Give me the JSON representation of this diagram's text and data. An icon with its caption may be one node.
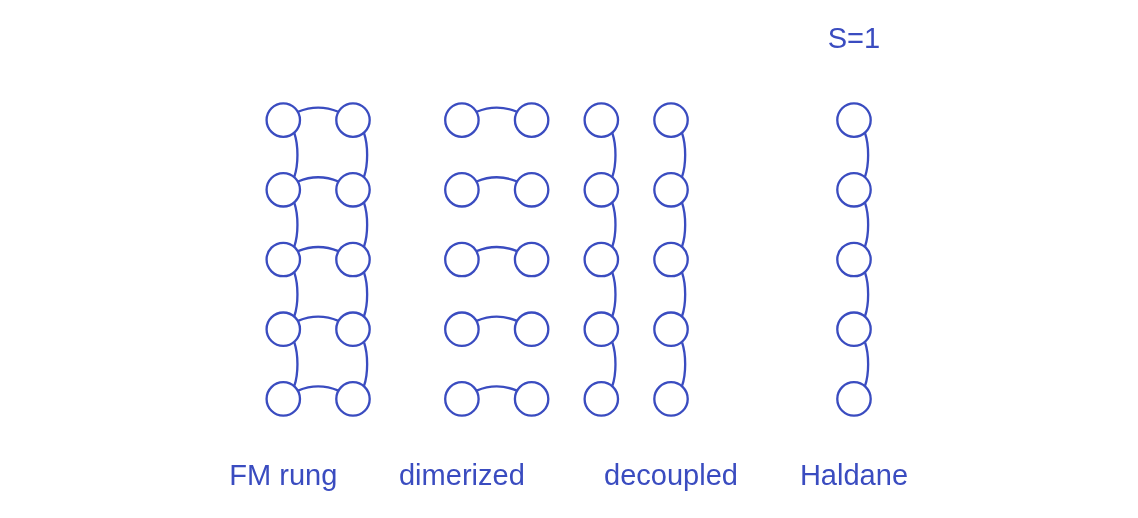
{
  "diagram": {
    "nodes": [
      {
        "text": [],
        "shape": "circle"
      },
      {
        "text": [],
        "shape": "circle"
      },
      {
        "text": [],
        "shape": "circle"
      },
      {
        "text": [],
        "shape": "circle"
      },
      {
        "text": [],
        "shape": "circle"
      },
      {
        "text": [],
        "shape": "circle"
      },
      {
        "text": [],
        "shape": "circle"
      },
      {
        "text": [],
        "shape": "circle"
      },
      {
        "text": [],
        "shape": "circle"
      },
      {
        "text": [],
        "shape": "circle"
      },
      {
        "text": [],
        "shape": "circle"
      },
      {
        "text": [],
        "shape": "circle"
      },
      {
        "text": [],
        "shape": "circle"
      },
      {
        "text": [],
        "shape": "circle"
      },
      {
        "text": [],
        "shape": "circle"
      },
      {
        "text": [],
        "shape": "circle"
      },
      {
        "text": [],
        "shape": "circle"
      },
      {
        "text": [],
        "shape": "circle"
      },
      {
        "text": [],
        "shape": "circle"
      },
      {
        "text": [],
        "shape": "circle"
      },
      {
        "text": [],
        "shape": "circle"
      },
      {
        "text": [],
        "shape": "circle"
      },
      {
        "text": [],
        "shape": "circle"
      },
      {
        "text": [],
        "shape": "circle"
      },
      {
        "text": [],
        "shape": "circle"
      },
      {
        "text": [],
        "shape": "circle"
      },
      {
        "text": [],
        "shape": "circle"
      },
      {
        "text": [],
        "shape": "circle"
      },
      {
        "text": [],
        "shape": "circle"
      },
      {
        "text": [],
        "shape": "circle"
      },
      {
        "text": [],
        "shape": "circle"
      },
      {
        "text": [],
        "shape": "circle"
      },
      {
        "text": [],
        "shape": "circle"
      },
      {
        "text": [],
        "shape": "circle"
      },
      {
        "text": [],
        "shape": "circle"
      }
    ],
    "edges": [
      {
        "from": 0,
        "to": 1,
        "arrow": "none"
      },
      {
        "from": 1,
        "to": 2,
        "arrow": "none"
      },
      {
        "from": 2,
        "to": 3,
        "arrow": "none"
      },
      {
        "from": 3,
        "to": 4,
        "arrow": "none"
      },
      {
        "from": 5,
        "to": 6,
        "arrow": "none"
      },
      {
        "from": 5,
        "to": 7,
        "arrow": "none"
      },
      {
        "from": 6,
        "to": 8,
        "arrow": "none"
      },
      {
        "from": 7,
        "to": 8,
        "arrow": "none"
      },
      {
        "from": 7,
        "to": 9,
        "arrow": "none"
      },
      {
        "from": 8,
        "to": 10,
        "arrow": "none"
      },
      {
        "from": 9,
        "to": 10,
        "arrow": "none"
      },
      {
        "from": 9,
        "to": 11,
        "arrow": "none"
      },
      {
        "from": 10,
        "to": 12,
        "arrow": "none"
      },
      {
        "from": 11,
        "to": 12,
        "arrow": "none"
      },
      {
        "from": 11,
        "to": 13,
        "arrow": "none"
      },
      {
        "from": 12,
        "to": 14,
        "arrow": "none"
      },
      {
        "from": 13,
        "to": 14,
        "arrow": "none"
      },
      {
        "from": 15,
        "to": 16,
        "arrow": "none"
      },
      {
        "from": 16,
        "to": 17,
        "arrow": "none"
      },
      {
        "from": 17,
        "to": 18,
        "arrow": "none"
      },
      {
        "from": 18,
        "to": 19,
        "arrow": "none"
      },
      {
        "from": 20,
        "to": 21,
        "arrow": "none"
      },
      {
        "from": 21,
        "to": 22,
        "arrow": "none"
      },
      {
        "from": 22,
        "to": 23,
        "arrow": "none"
      },
      {
        "from": 23,
        "to": 24,
        "arrow": "none"
      },
      {
        "from": 25,
        "to": 26,
        "arrow": "none"
      },
      {
        "from": 27,
        "to": 28,
        "arrow": "none"
      },
      {
        "from": 29,
        "to": 30,
        "arrow": "none"
      },
      {
        "from": 31,
        "to": 32,
        "arrow": "none"
      },
      {
        "from": 33,
        "to": 34,
        "arrow": "none"
      }
    ],
    "labels": [
      "S=1",
      "Haldane",
      "FM rung",
      "decoupled",
      "dimerized"
    ]
  }
}
